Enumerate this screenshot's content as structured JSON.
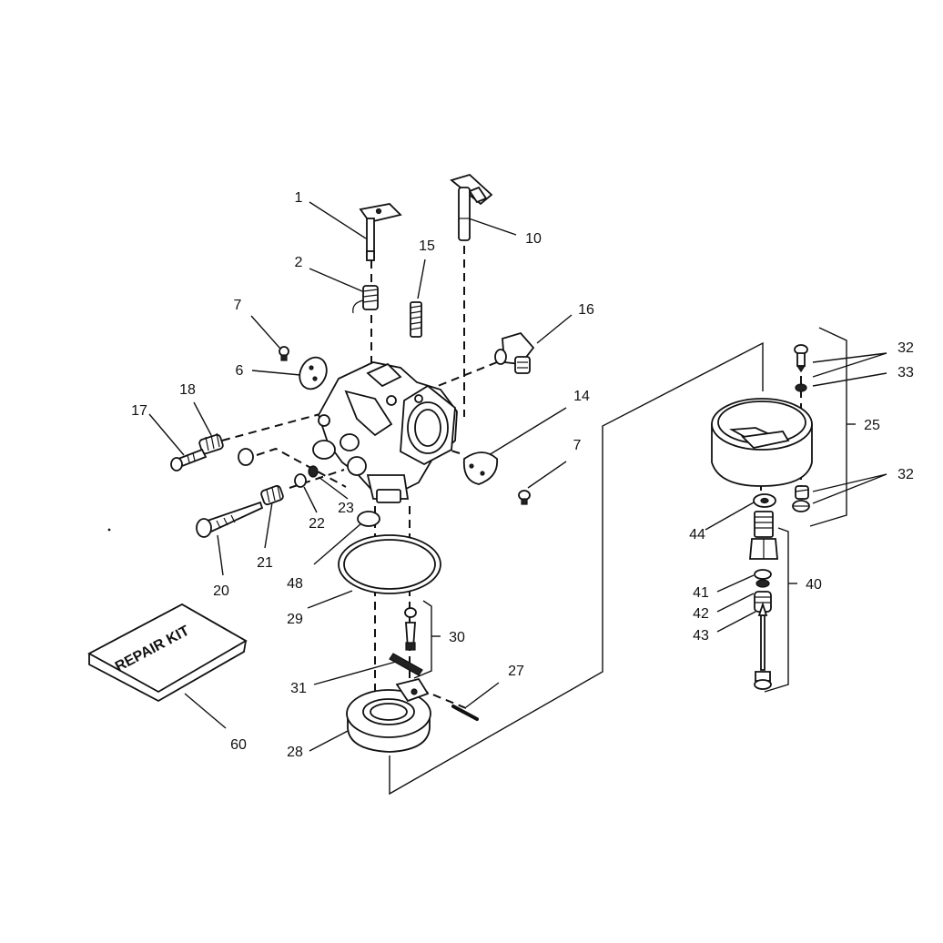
{
  "labels": {
    "p1": "1",
    "p2": "2",
    "p7a": "7",
    "p6": "6",
    "p10": "10",
    "p15": "15",
    "p16": "16",
    "p18": "18",
    "p17": "17",
    "p14": "14",
    "p7b": "7",
    "p23": "23",
    "p22": "22",
    "p21": "21",
    "p20": "20",
    "p48": "48",
    "p29": "29",
    "p30": "30",
    "p31": "31",
    "p27": "27",
    "p28": "28",
    "p60": "60",
    "p32a": "32",
    "p33": "33",
    "p25": "25",
    "p32b": "32",
    "p44": "44",
    "p40": "40",
    "p41": "41",
    "p42": "42",
    "p43": "43"
  },
  "repair_kit_text": "REPAIR KIT"
}
